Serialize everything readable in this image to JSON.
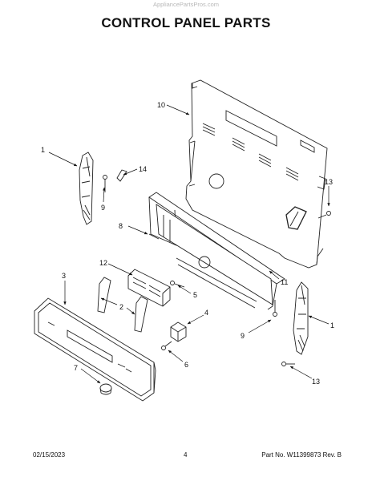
{
  "watermark": "AppliancePartsPros.com",
  "title": "CONTROL PANEL PARTS",
  "callouts": [
    "1",
    "10",
    "14",
    "9",
    "13",
    "8",
    "11",
    "12",
    "3",
    "5",
    "2",
    "4",
    "9",
    "1",
    "6",
    "7",
    "13"
  ],
  "footer": {
    "date": "02/15/2023",
    "page": "4",
    "part_number": "Part No. W11399873  Rev. B"
  }
}
